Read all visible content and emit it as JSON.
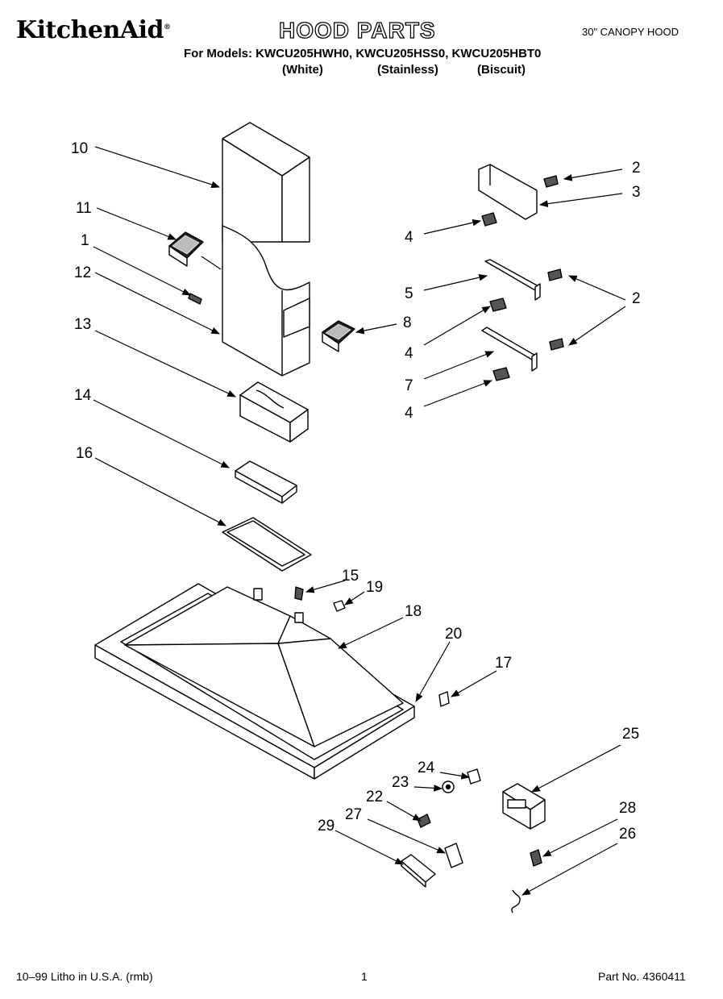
{
  "header": {
    "brand": "KitchenAid",
    "brand_mark": "®",
    "title": "HOOD PARTS",
    "subtitle": "30\" CANOPY HOOD",
    "models_line": "For Models: KWCU205HWH0, KWCU205HSS0, KWCU205HBT0",
    "finishes": [
      "(White)",
      "(Stainless)",
      "(Biscuit)"
    ]
  },
  "callouts": {
    "c10": "10",
    "c11": "11",
    "c1": "1",
    "c12": "12",
    "c13": "13",
    "c14": "14",
    "c16": "16",
    "c15": "15",
    "c19": "19",
    "c18": "18",
    "c20": "20",
    "c17": "17",
    "c2a": "2",
    "c3": "3",
    "c4a": "4",
    "c5": "5",
    "c2b": "2",
    "c8": "8",
    "c4b": "4",
    "c7": "7",
    "c4c": "4",
    "c25": "25",
    "c24": "24",
    "c23": "23",
    "c22": "22",
    "c27": "27",
    "c29": "29",
    "c28": "28",
    "c26": "26"
  },
  "footer": {
    "litho": "10–99 Litho in U.S.A. (rmb)",
    "page": "1",
    "part_no": "Part No. 4360411"
  }
}
